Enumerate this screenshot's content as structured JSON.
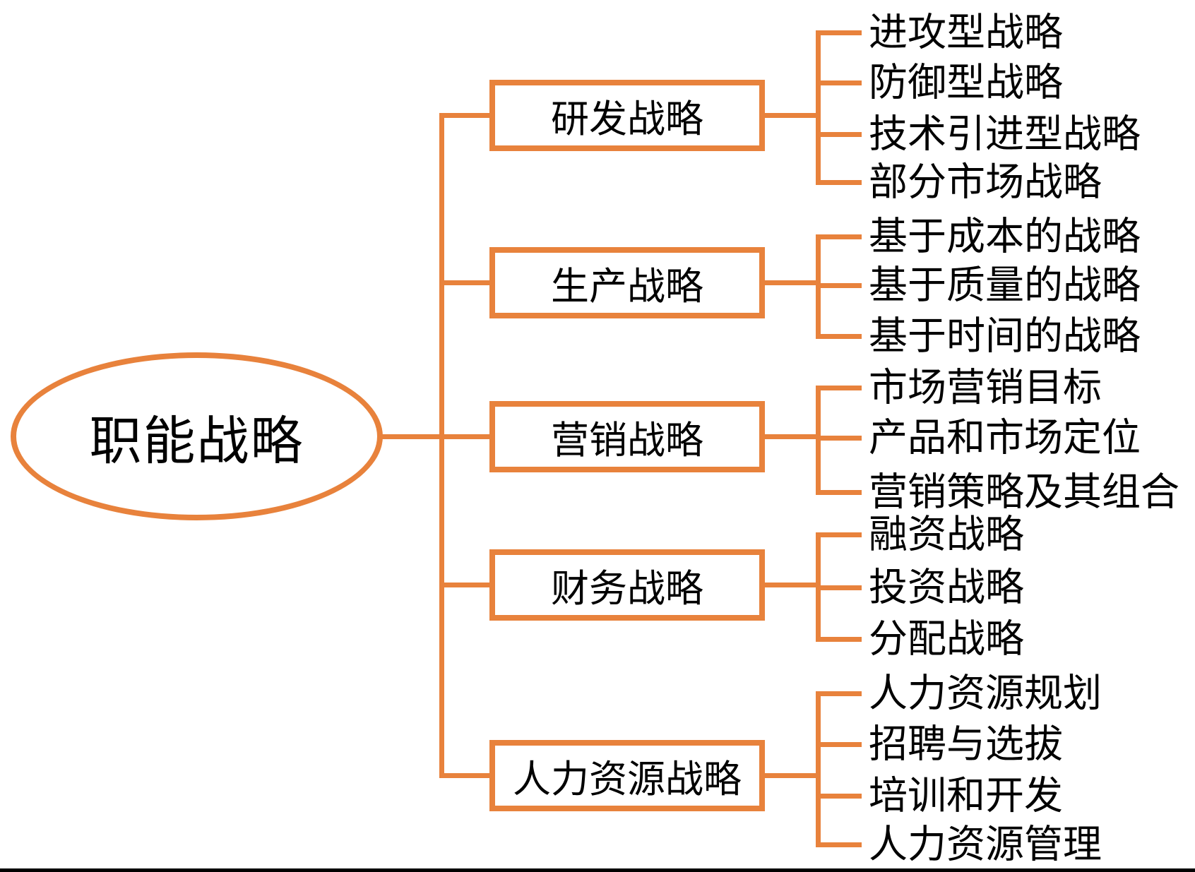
{
  "diagram_type": "tree-mindmap",
  "colors": {
    "accent": "#E8823C",
    "text": "#000000",
    "background": "#FFFFFF",
    "bottom_rule": "#000000"
  },
  "root": {
    "label": "职能战略"
  },
  "groups": [
    {
      "label": "研发战略",
      "children": [
        "进攻型战略",
        "防御型战略",
        "技术引进型战略",
        "部分市场战略"
      ]
    },
    {
      "label": "生产战略",
      "children": [
        "基于成本的战略",
        "基于质量的战略",
        "基于时间的战略"
      ]
    },
    {
      "label": "营销战略",
      "children": [
        "市场营销目标",
        "产品和市场定位",
        "营销策略及其组合"
      ]
    },
    {
      "label": "财务战略",
      "children": [
        "融资战略",
        "投资战略",
        "分配战略"
      ]
    },
    {
      "label": "人力资源战略",
      "children": [
        "人力资源规划",
        "招聘与选拔",
        "培训和开发",
        "人力资源管理"
      ]
    }
  ]
}
